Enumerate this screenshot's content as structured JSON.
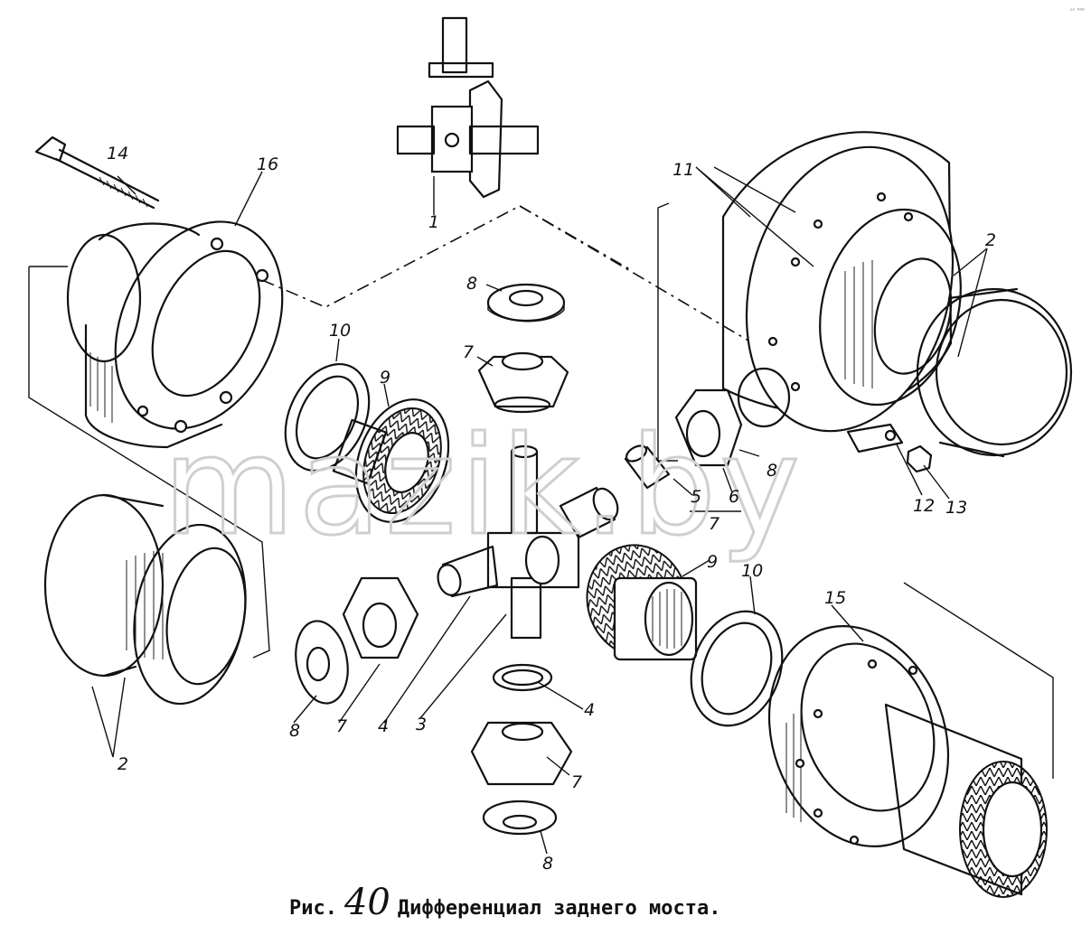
{
  "corner_mark": "ᵃᶜ ⁰⁰⁰",
  "watermark": "mazik.by",
  "caption": {
    "prefix": "Рис.",
    "figure_number": "40",
    "title": "Дифференциал заднего моста."
  },
  "callouts": {
    "n1": "1",
    "n2a": "2",
    "n2b": "2",
    "n3": "3",
    "n4a": "4",
    "n4b": "4",
    "n5": "5",
    "n6": "6",
    "n7a": "7",
    "n7b": "7",
    "n7c": "7",
    "n7d": "7",
    "n8a": "8",
    "n8b": "8",
    "n8c": "8",
    "n8d": "8",
    "n9a": "9",
    "n9b": "9",
    "n10a": "10",
    "n10b": "10",
    "n11": "11",
    "n12": "12",
    "n13": "13",
    "n14": "14",
    "n15": "15",
    "n16": "16"
  }
}
